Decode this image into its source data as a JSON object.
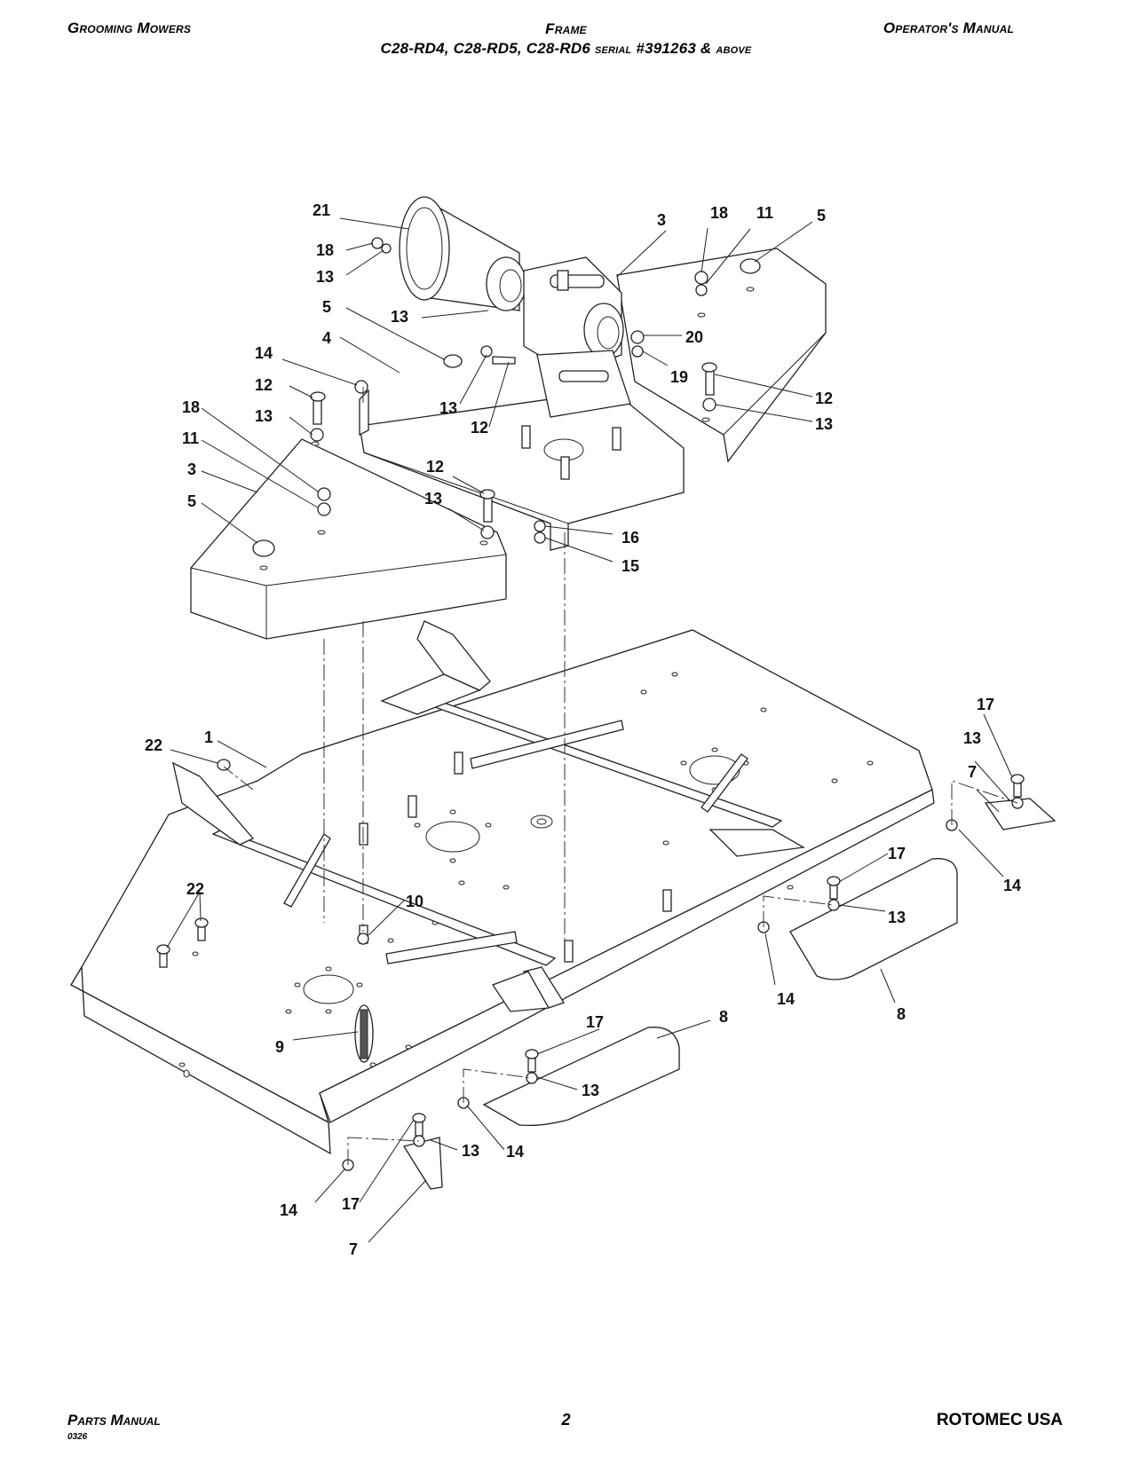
{
  "header": {
    "left": "Grooming Mowers",
    "center_title": "Frame",
    "center_models": "C28-RD4, C28-RD5, C28-RD6",
    "center_serial_word": "serial",
    "center_serial_number": "#391263 &",
    "center_above": "above",
    "right": "Operator's Manual"
  },
  "footer": {
    "left": "Parts Manual",
    "code": "0326",
    "page": "2",
    "right": "ROTOMEC USA"
  },
  "callouts": {
    "c21": "21",
    "c18a": "18",
    "c13a": "13",
    "c5a": "5",
    "c13b": "13",
    "c4": "4",
    "c14a": "14",
    "c12a": "12",
    "c13c": "13",
    "c18b": "18",
    "c11a": "11",
    "c3a": "3",
    "c5b": "5",
    "c13d": "13",
    "c12b": "12",
    "c12c": "12",
    "c13e": "13",
    "c3b": "3",
    "c18c": "18",
    "c11b": "11",
    "c5c": "5",
    "c20": "20",
    "c19": "19",
    "c12d": "12",
    "c13f": "13",
    "c16": "16",
    "c15": "15",
    "c17a": "17",
    "c13g": "13",
    "c7a": "7",
    "c14b": "14",
    "c22a": "22",
    "c1": "1",
    "c22b": "22",
    "c10": "10",
    "c17b": "17",
    "c13h": "13",
    "c14c": "14",
    "c8a": "8",
    "c9": "9",
    "c17c": "17",
    "c8b": "8",
    "c13i": "13",
    "c14d": "14",
    "c13j": "13",
    "c14e": "14",
    "c17d": "17",
    "c7b": "7"
  }
}
